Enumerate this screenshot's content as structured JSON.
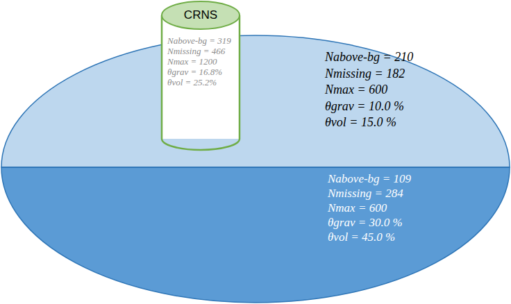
{
  "diagram": {
    "nodes": [
      {
        "text": [
          "Nabove-bg = 210",
          "Nmissing = 182",
          "Nmax = 600",
          "θgrav = 10.0 %",
          "θvol = 15.0 %"
        ]
      },
      {
        "text": [
          "Nabove-bg = 109",
          "Nmissing = 284",
          "Nmax = 600",
          "θgrav = 30.0 %",
          "θvol = 45.0 %"
        ]
      },
      {
        "text": [
          "CRNS",
          "Nabove-bg = 319",
          "Nmissing = 466",
          "Nmax = 1200",
          "θgrav = 16.8%",
          "θvol = 25.2%"
        ]
      }
    ]
  }
}
